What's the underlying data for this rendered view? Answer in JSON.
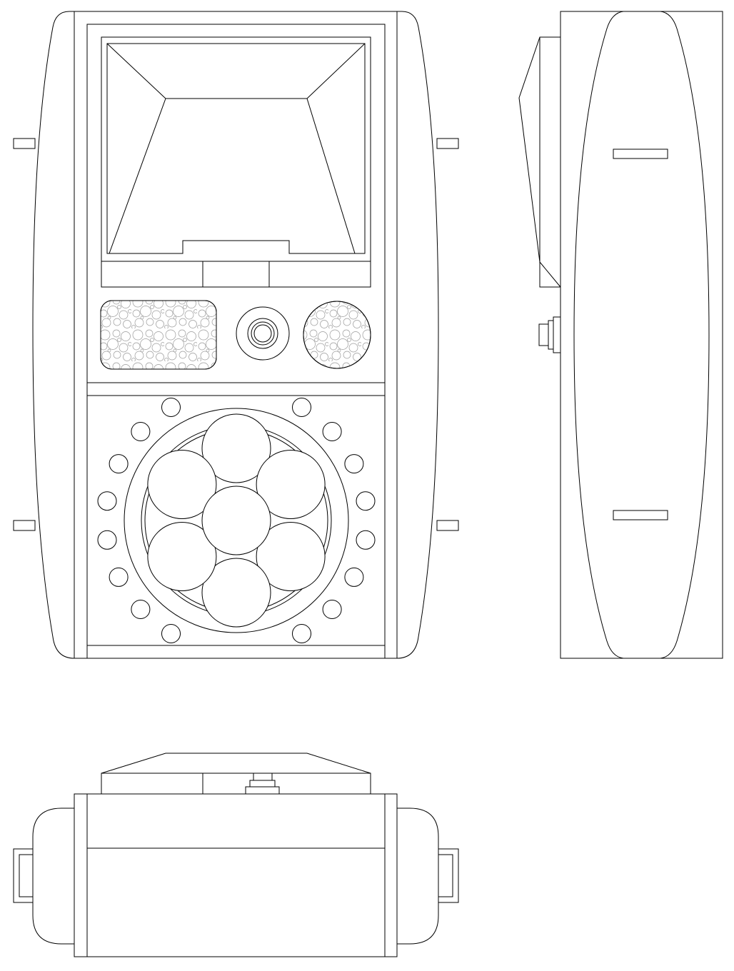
{
  "drawing": {
    "views": [
      {
        "id": "front",
        "name": "front-view"
      },
      {
        "id": "side",
        "name": "side-view"
      },
      {
        "id": "bottom",
        "name": "bottom-view"
      }
    ],
    "front": {
      "outer_led_count": 16,
      "lens_cluster_count": 7,
      "grille_panels": [
        "left-speaker-grille",
        "right-speaker-grille"
      ],
      "control": "center-knob"
    },
    "side": {
      "slot_count": 2,
      "control": "side-knob"
    },
    "bottom": {
      "handle_count": 2,
      "control": "top-knob"
    },
    "colors": {
      "line": "#000000",
      "texture": "#9a9a9a",
      "hidden": "#c8c8c8",
      "background": "#ffffff"
    }
  }
}
